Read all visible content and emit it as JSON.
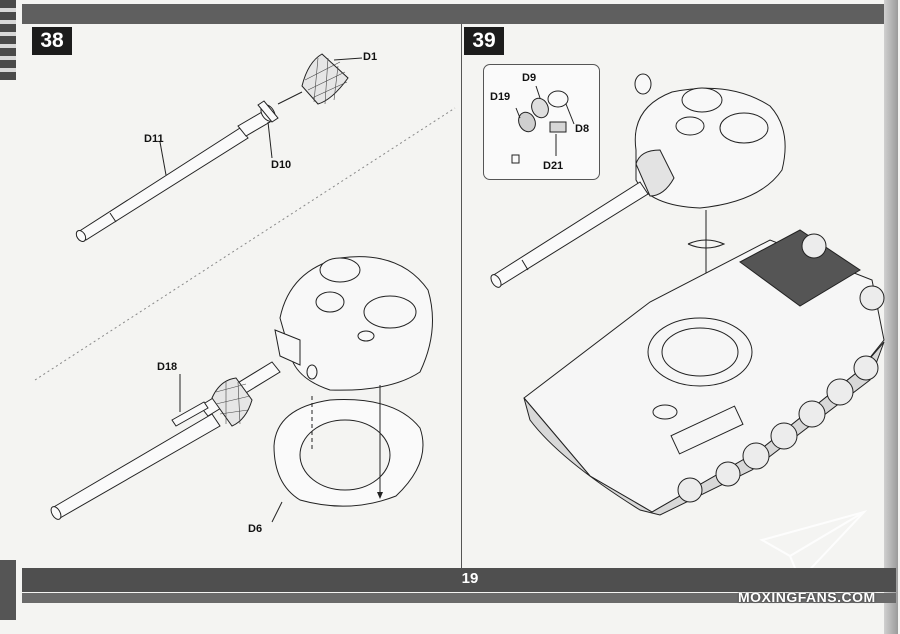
{
  "steps": [
    {
      "number": "38"
    },
    {
      "number": "39"
    }
  ],
  "page_number": "19",
  "parts_step38": {
    "d1": "D1",
    "d11": "D11",
    "d10": "D10",
    "d18": "D18",
    "d6": "D6"
  },
  "parts_step39": {
    "d9": "D9",
    "d19": "D19",
    "d8": "D8",
    "d21": "D21"
  },
  "watermark": "MOXINGFANS.COM"
}
